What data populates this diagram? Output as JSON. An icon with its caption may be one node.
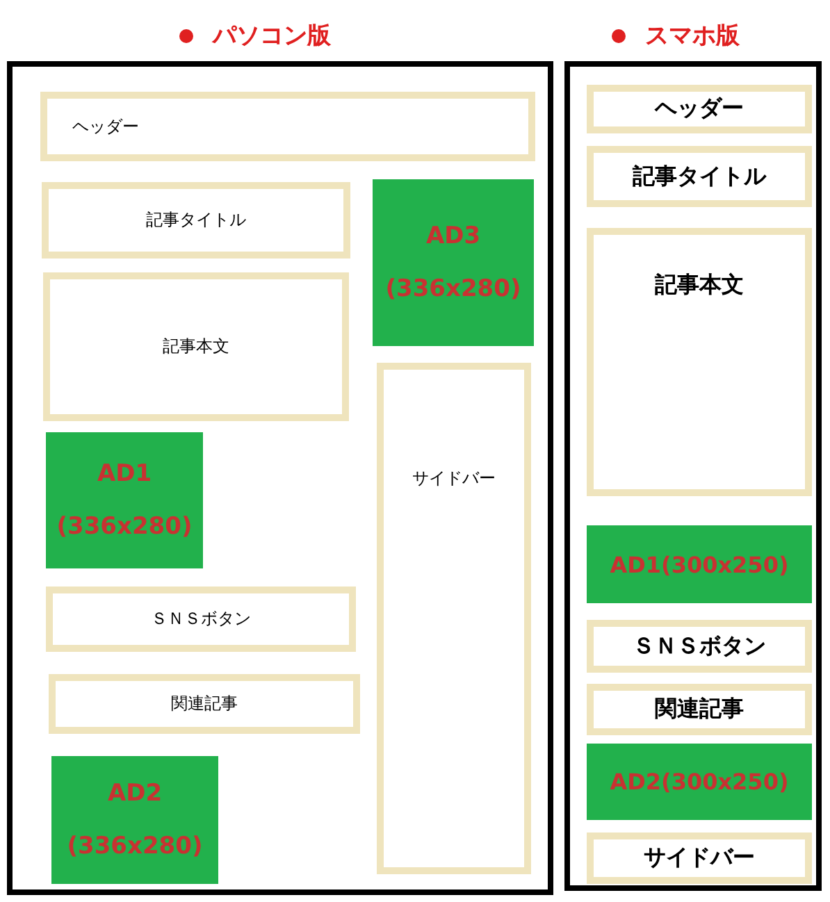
{
  "diagram": {
    "nodes": [
      {
        "text": [
          "パソコン版"
        ]
      },
      {
        "text": [
          "ヘッダー"
        ],
        "in": 0
      },
      {
        "text": [
          "記事タイトル"
        ],
        "in": 0
      },
      {
        "text": [
          "記事本文"
        ],
        "in": 0
      },
      {
        "text": [
          "AD1 (336x280)"
        ],
        "in": 0
      },
      {
        "text": [
          "ＳＮＳボタン"
        ],
        "in": 0
      },
      {
        "text": [
          "関連記事"
        ],
        "in": 0
      },
      {
        "text": [
          "AD2 (336x280)"
        ],
        "in": 0
      },
      {
        "text": [
          "AD3 (336x280)"
        ],
        "in": 0
      },
      {
        "text": [
          "サイドバー"
        ],
        "in": 0
      },
      {
        "text": [
          "スマホ版"
        ]
      },
      {
        "text": [
          "ヘッダー"
        ],
        "in": 10
      },
      {
        "text": [
          "記事タイトル"
        ],
        "in": 10
      },
      {
        "text": [
          "記事本文"
        ],
        "in": 10
      },
      {
        "text": [
          "AD1(300x250)"
        ],
        "in": 10
      },
      {
        "text": [
          "ＳＮＳボタン"
        ],
        "in": 10
      },
      {
        "text": [
          "関連記事"
        ],
        "in": 10
      },
      {
        "text": [
          "AD2(300x250)"
        ],
        "in": 10
      },
      {
        "text": [
          "サイドバー"
        ],
        "in": 10
      }
    ]
  }
}
